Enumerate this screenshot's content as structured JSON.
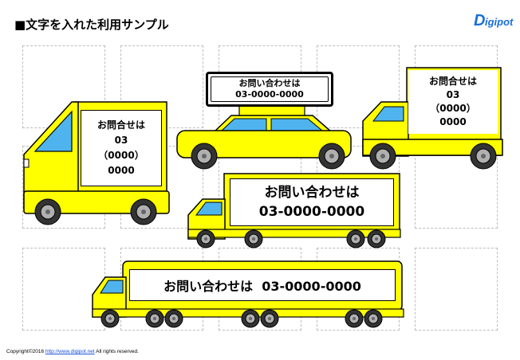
{
  "header": {
    "title": "■文字を入れた利用サンプル"
  },
  "logo": {
    "text": "Digipot"
  },
  "signs": {
    "taxi_line1": "お問い合わせは",
    "taxi_line2": "03-0000-0000",
    "van_right_line1": "お問合せは",
    "van_right_line2": "03",
    "van_right_line3": "（0000）",
    "van_right_line4": "0000",
    "truck_left_line1": "お問合せは",
    "truck_left_line2": "03",
    "truck_left_line3": "（0000）",
    "truck_left_line4": "0000",
    "truck_mid_line1": "お問い合わせは",
    "truck_mid_line2": "03-0000-0000",
    "trailer_text": "お問い合わせは  03-0000-0000"
  },
  "footer": {
    "prefix": "Copyright©2016 ",
    "link": "http://www.digipot.net",
    "suffix": " All rights reserved."
  },
  "colors": {
    "vehicle": "#ffff00",
    "glass": "#4fb4ee",
    "tire": "#333333",
    "hub": "#b0b0b0"
  }
}
